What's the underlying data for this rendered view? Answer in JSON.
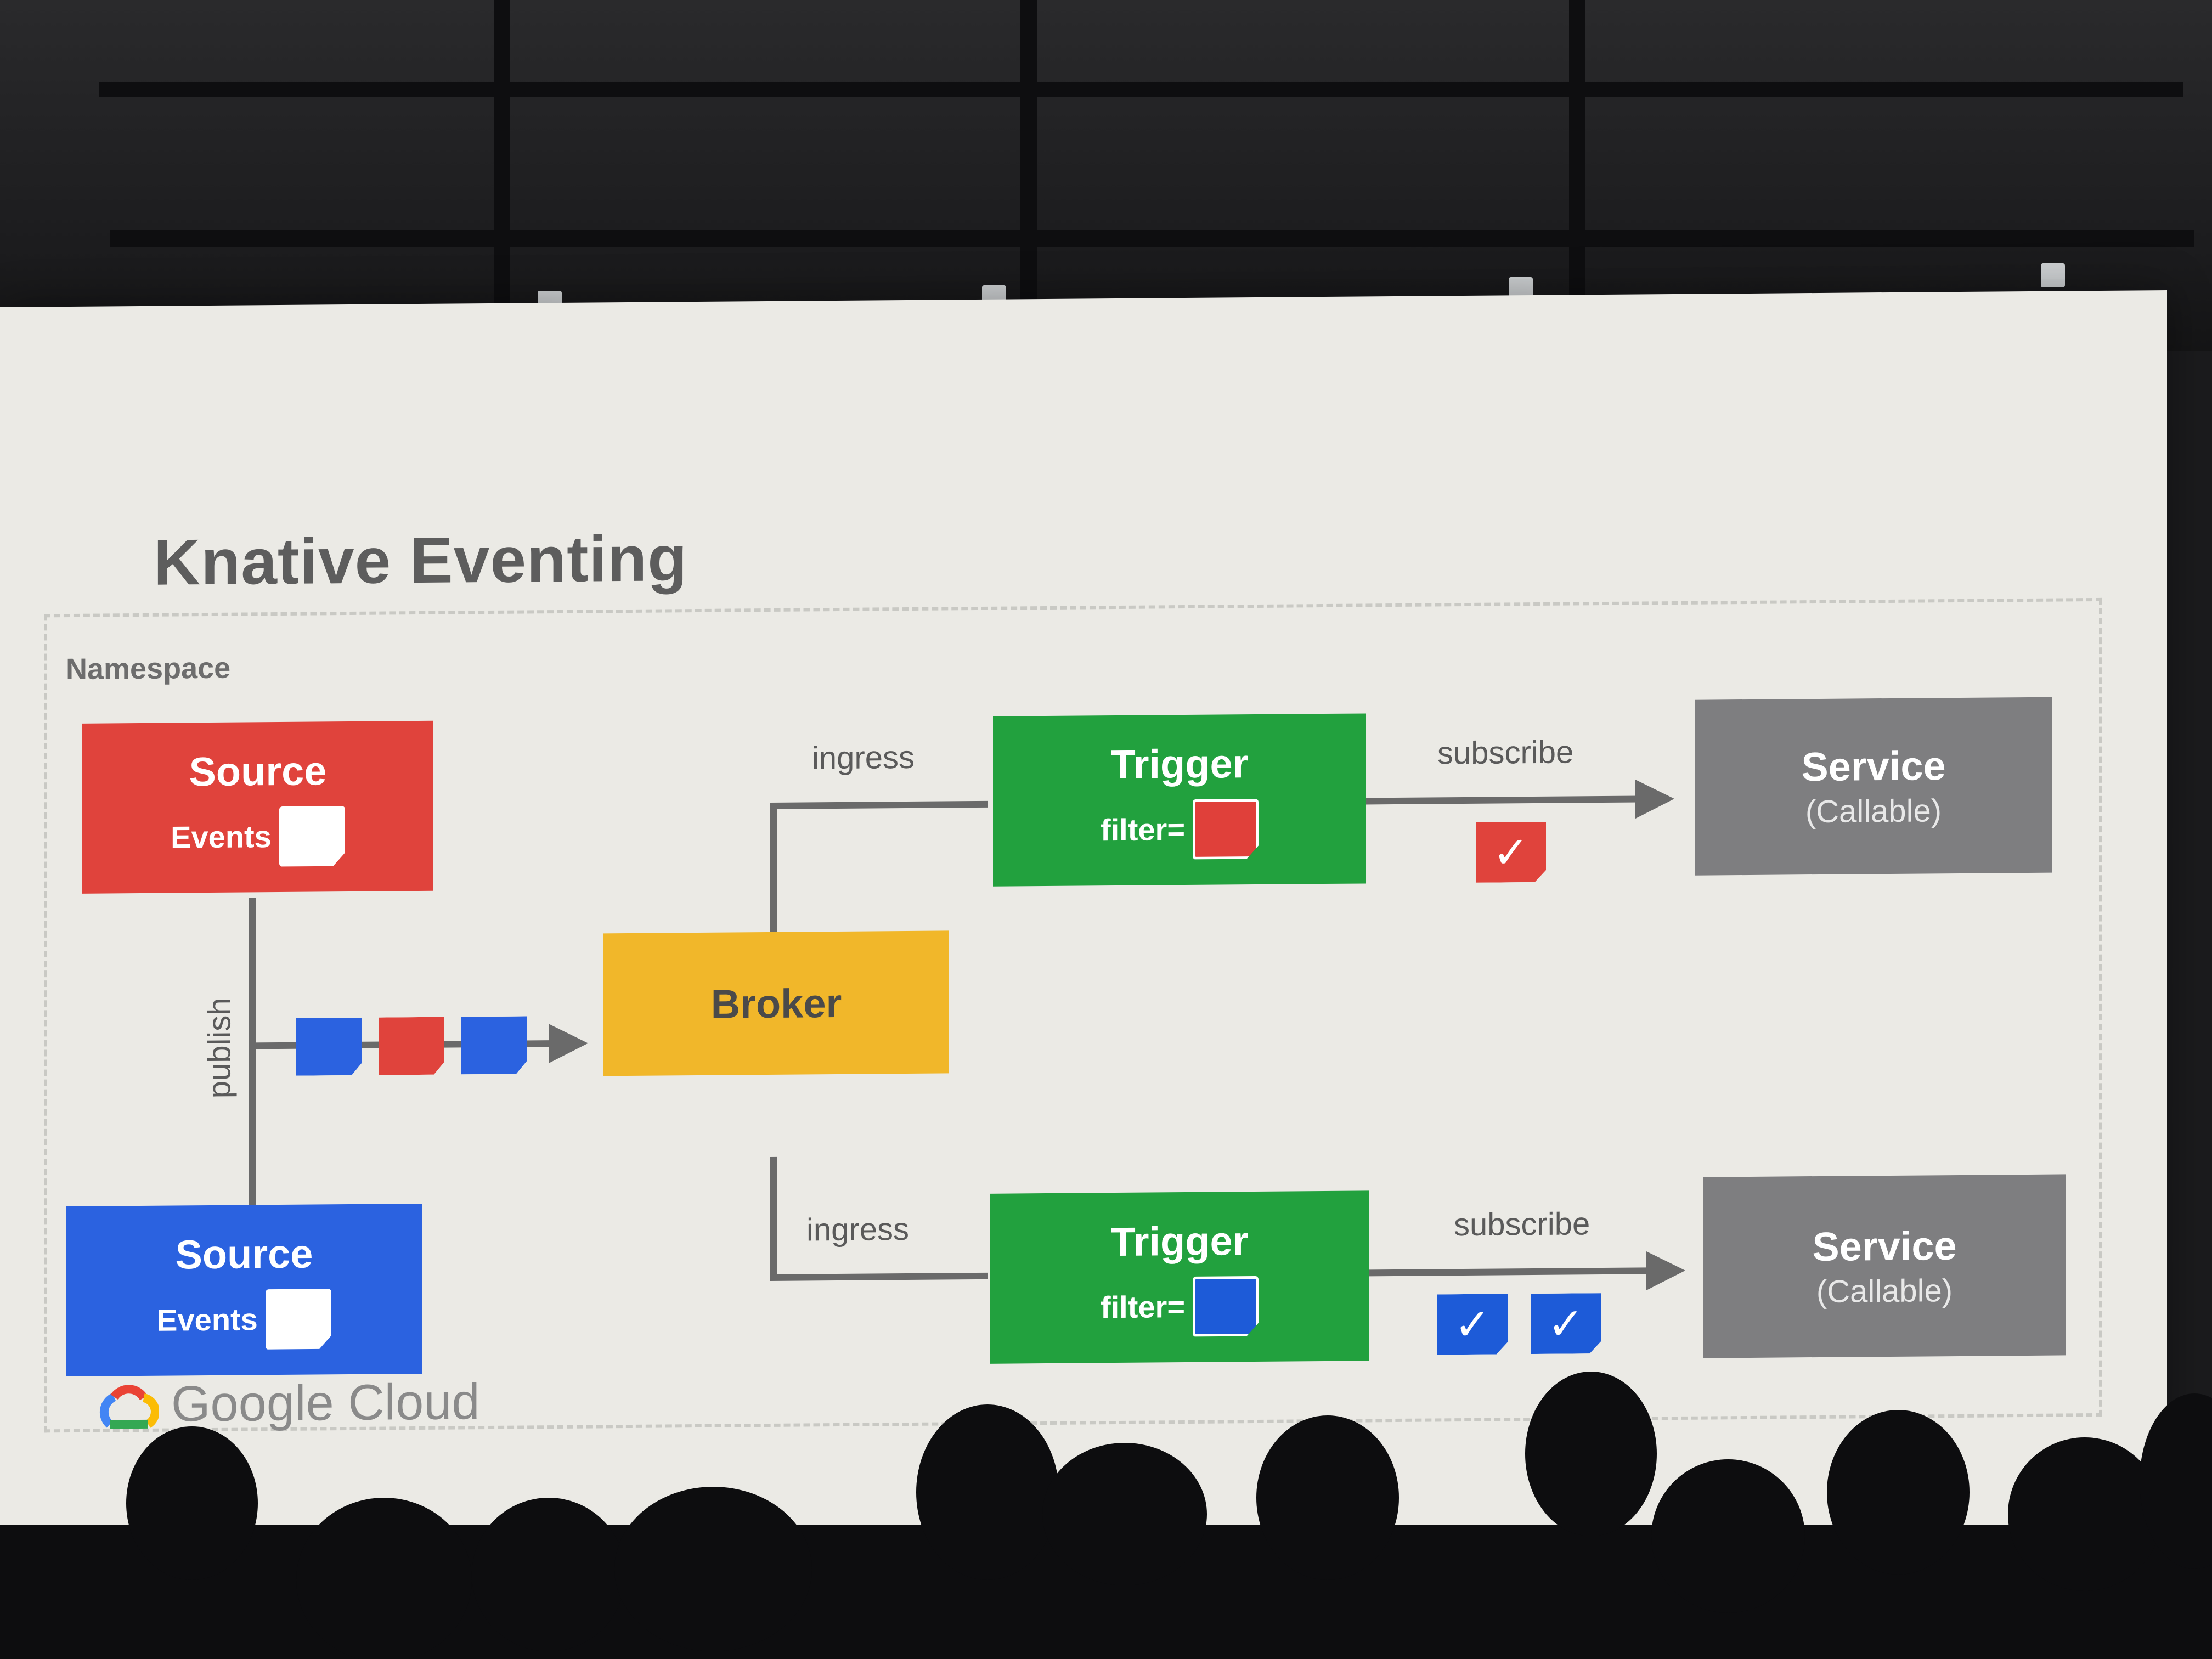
{
  "slide": {
    "title": "Knative Eventing",
    "namespace_label": "Namespace",
    "brand": "Google Cloud"
  },
  "nodes": {
    "source_red": {
      "title": "Source",
      "events_label": "Events",
      "color": "#e0433c"
    },
    "source_blue": {
      "title": "Source",
      "events_label": "Events",
      "color": "#2b62e0"
    },
    "broker": {
      "title": "Broker",
      "color": "#f1b72a"
    },
    "trigger_top": {
      "title": "Trigger",
      "filter_label": "filter=",
      "filter_color": "#e0403a",
      "color": "#22a13e"
    },
    "trigger_bottom": {
      "title": "Trigger",
      "filter_label": "filter=",
      "filter_color": "#1d5bd8",
      "color": "#22a13e"
    },
    "service_top": {
      "title": "Service",
      "subtitle": "(Callable)",
      "color": "#7e7e80"
    },
    "service_bottom": {
      "title": "Service",
      "subtitle": "(Callable)",
      "color": "#7e7e80"
    }
  },
  "edges": {
    "publish": "publish",
    "ingress_top": "ingress",
    "ingress_bottom": "ingress",
    "subscribe_top": "subscribe",
    "subscribe_bottom": "subscribe"
  },
  "event_queue": [
    "blue",
    "red",
    "blue"
  ],
  "checkmarks": {
    "top": [
      "red"
    ],
    "bottom": [
      "blue",
      "blue"
    ],
    "glyph": "✓"
  }
}
